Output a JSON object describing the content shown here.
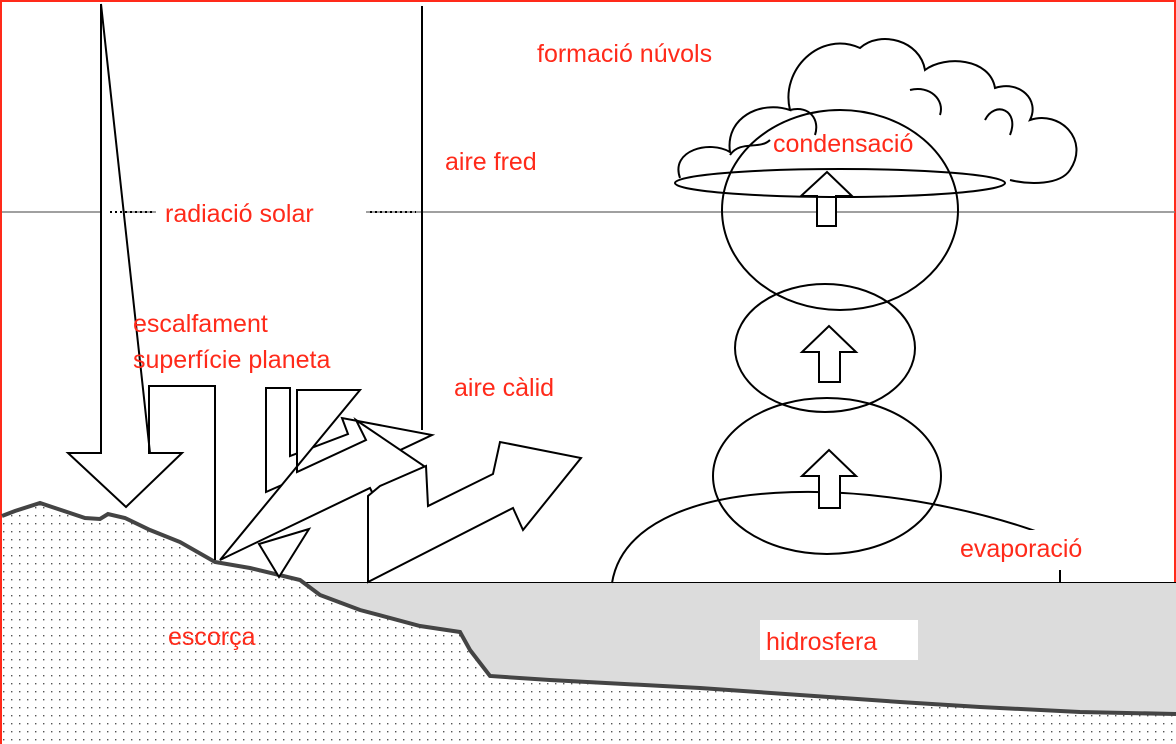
{
  "labels": {
    "cloud_formation": "formació núvols",
    "cold_air": "aire fred",
    "solar_radiation": "radiació solar",
    "condensation": "condensació",
    "surface_heating_line1": "escalfament",
    "surface_heating_line2": "superfície planeta",
    "warm_air": "aire càlid",
    "evaporation": "evaporació",
    "crust": "escorça",
    "hydrosphere": "hidrosfera"
  },
  "colors": {
    "label": "#ff2a1a",
    "frame": "#ff2a1a",
    "water": "#dcdcdc",
    "outline": "#000000",
    "divider": "#808080"
  }
}
